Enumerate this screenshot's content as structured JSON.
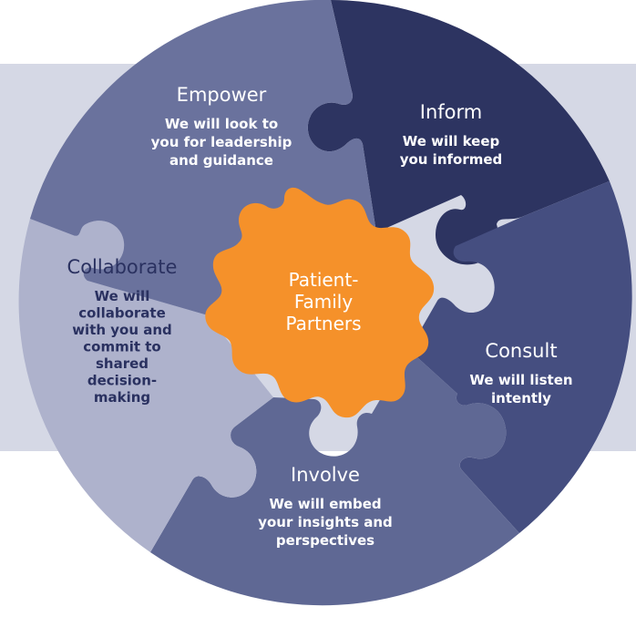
{
  "diagram": {
    "segments": [
      {
        "id": "inform",
        "title": "Inform",
        "desc": [
          "We will keep",
          "you informed"
        ],
        "color": "#2d3461"
      },
      {
        "id": "consult",
        "title": "Consult",
        "desc": [
          "We will listen",
          "intently"
        ],
        "color": "#454e80"
      },
      {
        "id": "involve",
        "title": "Involve",
        "desc": [
          "We will embed",
          "your insights and",
          "perspectives"
        ],
        "color": "#5f6894"
      },
      {
        "id": "collaborate",
        "title": "Collaborate",
        "desc": [
          "We will",
          "collaborate",
          "with you and",
          "commit to",
          "shared",
          "decision-",
          "making"
        ],
        "color": "#aeb2cc"
      },
      {
        "id": "empower",
        "title": "Empower",
        "desc": [
          "We will look to",
          "you for leadership",
          "and guidance"
        ],
        "color": "#6a729d"
      }
    ],
    "center": {
      "lines": [
        "Patient-",
        "Family",
        "Partners"
      ],
      "color": "#f5912a"
    },
    "band_color": "#d5d8e5"
  }
}
